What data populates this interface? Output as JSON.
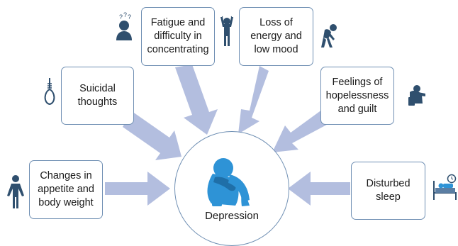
{
  "center": {
    "label": "Depression"
  },
  "symptoms": {
    "fatigue": "Fatigue and\ndifficulty in\nconcentrating",
    "energy": "Loss of\nenergy and\nlow mood",
    "suicidal": "Suicidal\nthoughts",
    "hopelessness": "Feelings of\nhopelessness\nand guilt",
    "appetite": "Changes in\nappetite and\nbody weight",
    "sleep": "Disturbed\nsleep"
  },
  "icons": {
    "fatigue": "person-question-icon",
    "energy": "stressed-person-icon",
    "tired": "tired-person-icon",
    "suicidal": "noose-icon",
    "hopelessness": "sitting-head-down-icon",
    "appetite": "standing-person-icon",
    "sleep": "bed-clock-icon",
    "center": "crouching-person-icon"
  },
  "colors": {
    "arrow": "#b3bedf",
    "border": "#6f8fb3",
    "icon": "#2f4f6e",
    "center_icon": "#2e93d6"
  }
}
